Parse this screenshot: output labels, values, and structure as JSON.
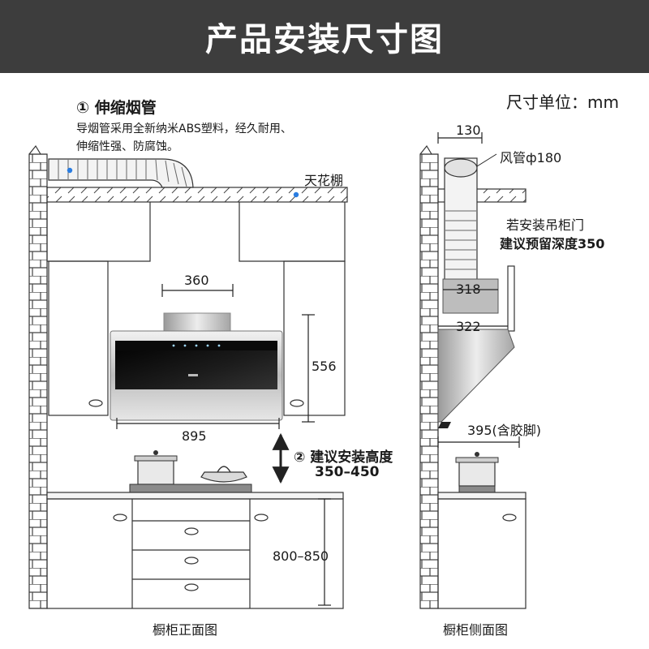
{
  "header": {
    "title": "产品安装尺寸图"
  },
  "unit_label": "尺寸单位：mm",
  "note1": {
    "title": "① 伸缩烟管",
    "line1": "导烟管采用全新纳米ABS塑料，经久耐用、",
    "line2": "伸缩性强、防腐蚀。"
  },
  "front": {
    "ceiling_label": "天花棚",
    "dim_width_top": "360",
    "dim_height_body": "556",
    "dim_width_body": "895",
    "install_height_title": "② 建议安装高度",
    "install_height_value": "350–450",
    "cabinet_height": "800–850",
    "caption": "橱柜正面图"
  },
  "side": {
    "dim_130": "130",
    "duct_label": "风管ф180",
    "note_line1": "若安装吊柜门",
    "note_line2": "建议预留深度350",
    "dim_318": "318",
    "dim_322": "322",
    "dim_395": "395(含胶脚)",
    "caption": "橱柜侧面图"
  },
  "colors": {
    "header_bg": "#3d3d3d",
    "brick": "#444444",
    "glass": "#111111",
    "steel": "#c9c9c9"
  }
}
